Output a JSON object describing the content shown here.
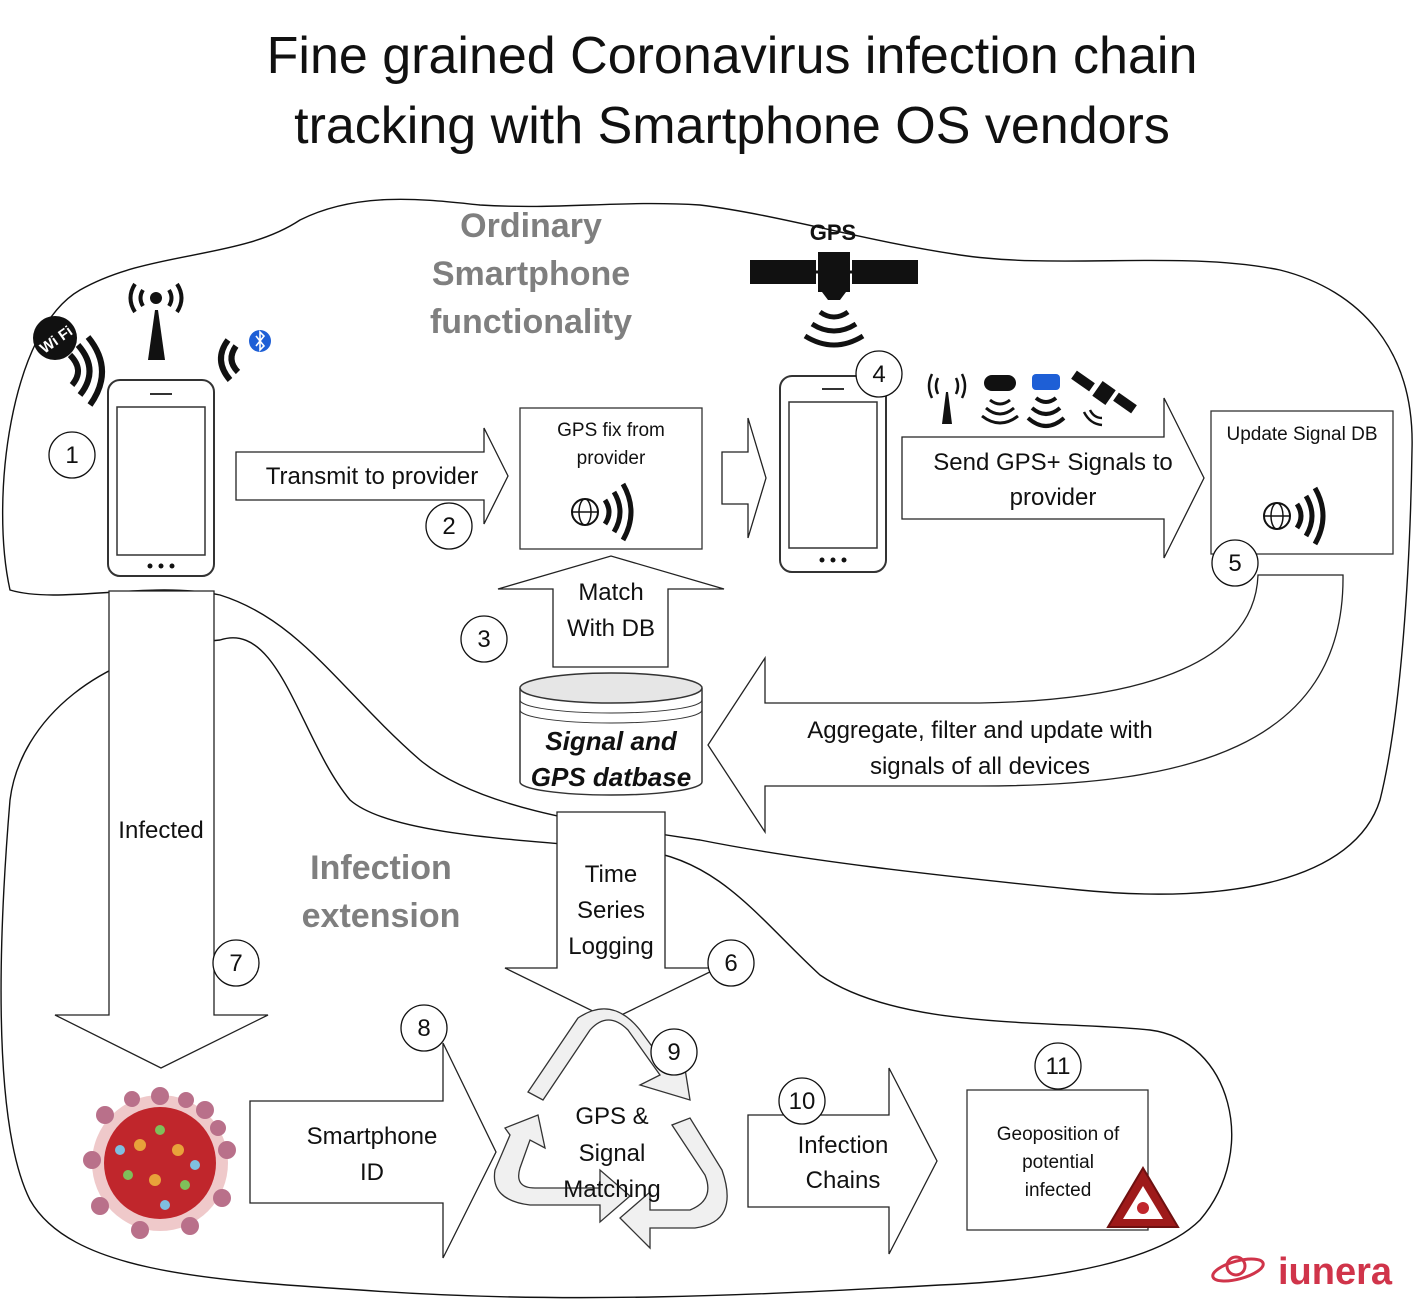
{
  "title": {
    "line1": "Fine grained Coronavirus infection chain",
    "line2": "tracking with Smartphone OS vendors"
  },
  "regions": {
    "ordinary": [
      "Ordinary",
      "Smartphone",
      "functionality"
    ],
    "infection": [
      "Infection",
      "extension"
    ]
  },
  "icons": {
    "wifi_badge": "Wi Fi",
    "gps_label": "GPS"
  },
  "arrows": {
    "transmit": "Transmit to provider",
    "send": [
      "Send GPS+ Signals to",
      "provider"
    ],
    "match": [
      "Match",
      "With DB"
    ],
    "aggregate": [
      "Aggregate, filter and update with",
      "signals of all devices"
    ],
    "infected": "Infected",
    "time_series": [
      "Time",
      "Series",
      "Logging"
    ],
    "smartphone_id": [
      "Smartphone",
      "ID"
    ],
    "infection_chains": [
      "Infection",
      "Chains"
    ]
  },
  "boxes": {
    "gps_fix": [
      "GPS fix from",
      "provider"
    ],
    "update_db": "Update Signal DB",
    "database": [
      "Signal and",
      "GPS datbase"
    ],
    "matching": [
      "GPS &",
      "Signal",
      "Matching"
    ],
    "geoposition": [
      "Geoposition of",
      "potential",
      "infected"
    ]
  },
  "steps": [
    "1",
    "2",
    "3",
    "4",
    "5",
    "6",
    "7",
    "8",
    "9",
    "10",
    "11"
  ],
  "logo": "iunera",
  "colors": {
    "logo": "#d0344a",
    "virus": "#c0262c",
    "bluetooth": "#1e5fd6",
    "region_label": "#7f7f7f",
    "warning": "#9e1a1a"
  }
}
